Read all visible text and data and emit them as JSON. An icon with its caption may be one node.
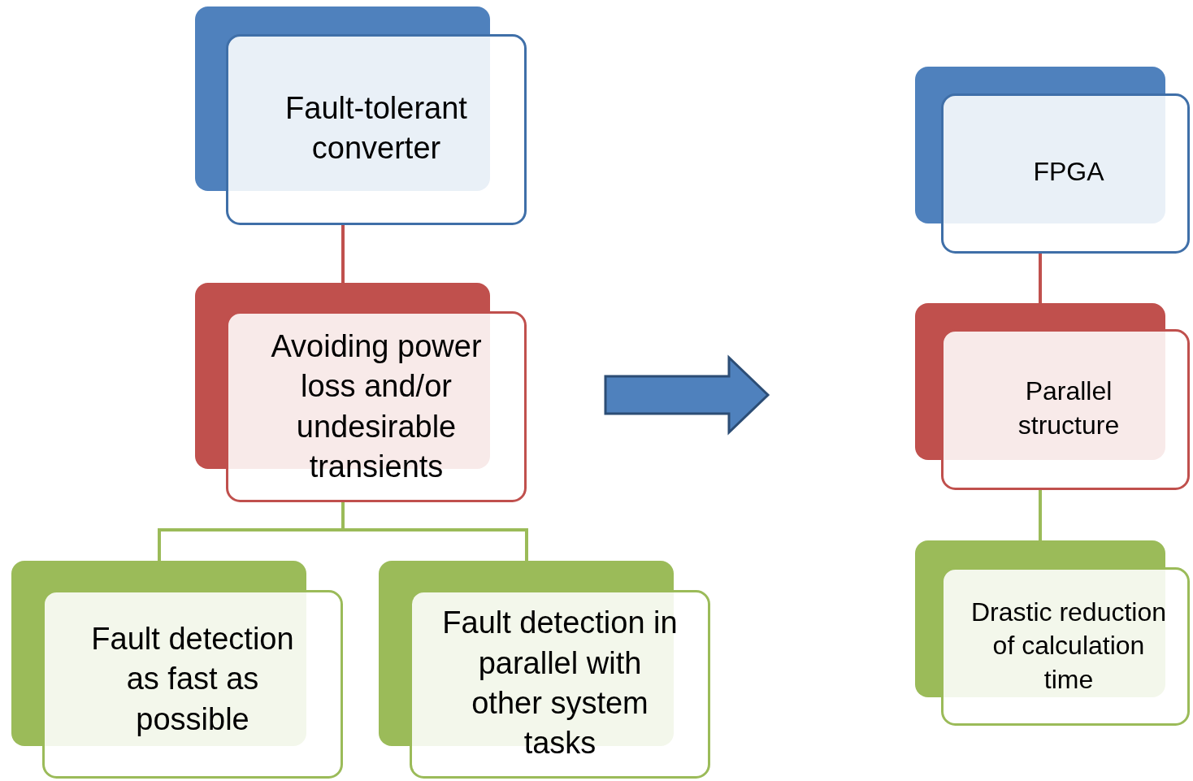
{
  "diagram": {
    "nodes": [
      {
        "text": [
          "Fault-tolerant converter"
        ]
      },
      {
        "text": [
          "Avoiding power loss and/or undesirable transients"
        ]
      },
      {
        "text": [
          "Fault detection as fast as possible"
        ]
      },
      {
        "text": [
          "Fault detection in parallel with other system tasks"
        ]
      },
      {
        "text": [
          "FPGA"
        ]
      },
      {
        "text": [
          "Parallel structure"
        ]
      },
      {
        "text": [
          "Drastic reduction of calculation time"
        ]
      }
    ],
    "edges": [
      {
        "from": 0,
        "to": 1,
        "arrow": "none",
        "color": "#c0504d"
      },
      {
        "from": 1,
        "to": 2,
        "arrow": "none",
        "color": "#9bbb59"
      },
      {
        "from": 1,
        "to": 3,
        "arrow": "none",
        "color": "#9bbb59"
      },
      {
        "from": 4,
        "to": 5,
        "arrow": "none",
        "color": "#c0504d"
      },
      {
        "from": 5,
        "to": 6,
        "arrow": "none",
        "color": "#9bbb59"
      }
    ]
  }
}
